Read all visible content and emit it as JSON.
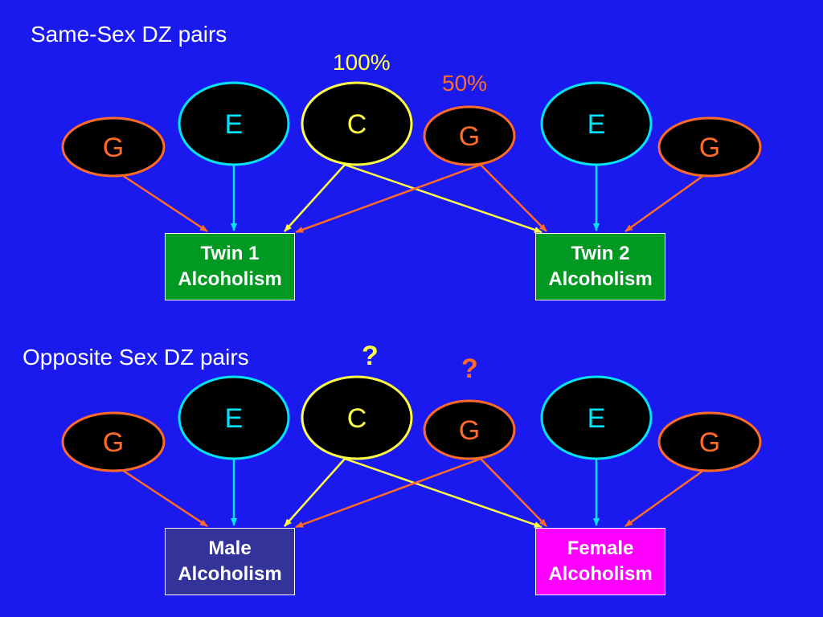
{
  "colors": {
    "background": "#1a1aee",
    "G": "#ff6a28",
    "E": "#00e5ff",
    "C": "#ffff44",
    "node_fill": "#000000",
    "twin_box": "#009922",
    "male_box": "#333399",
    "female_box": "#ff00ff"
  },
  "top_panel": {
    "title": "Same-Sex DZ pairs",
    "c_correlation": "100%",
    "g_correlation": "50%",
    "node_labels": {
      "g_left": "G",
      "e_left": "E",
      "c": "C",
      "g_mid": "G",
      "e_right": "E",
      "g_right": "G"
    },
    "twin1": {
      "line1": "Twin 1",
      "line2": "Alcoholism"
    },
    "twin2": {
      "line1": "Twin 2",
      "line2": "Alcoholism"
    }
  },
  "bottom_panel": {
    "title": "Opposite Sex DZ pairs",
    "c_correlation": "?",
    "g_correlation": "?",
    "node_labels": {
      "g_left": "G",
      "e_left": "E",
      "c": "C",
      "g_mid": "G",
      "e_right": "E",
      "g_right": "G"
    },
    "male": {
      "line1": "Male",
      "line2": "Alcoholism"
    },
    "female": {
      "line1": "Female",
      "line2": "Alcoholism"
    }
  }
}
